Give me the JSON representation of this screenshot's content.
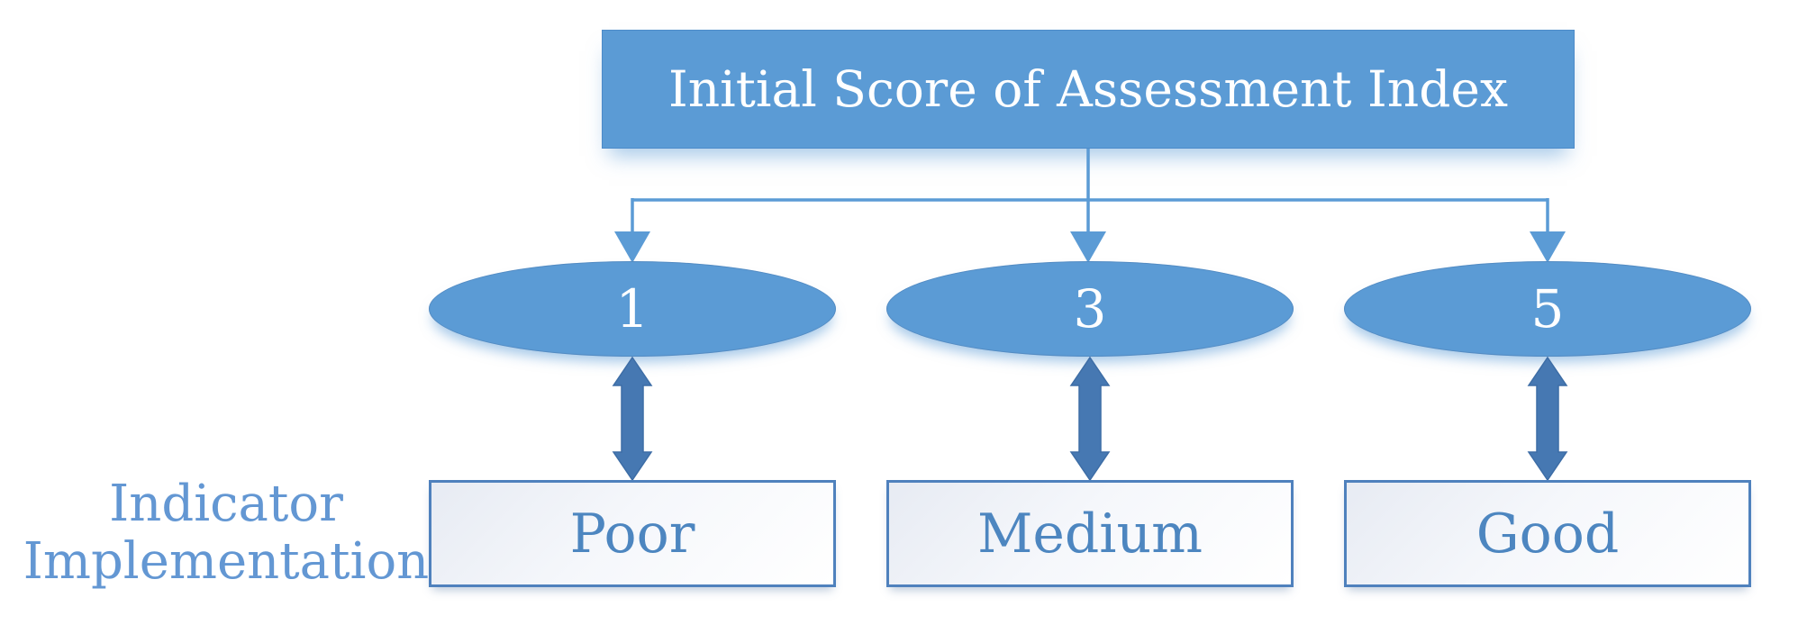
{
  "title": "Initial Score of Assessment Index",
  "row_label": {
    "line1": "Indicator",
    "line2": "Implementation"
  },
  "columns": [
    {
      "score": "1",
      "implementation": "Poor"
    },
    {
      "score": "3",
      "implementation": "Medium"
    },
    {
      "score": "5",
      "implementation": "Good"
    }
  ],
  "colors": {
    "primary": "#5b9bd5",
    "connector": "#5b9bd5",
    "double_arrow": "#4678b2",
    "double_arrow_edge": "#3d6da6",
    "box_border": "#4f81bd",
    "box_text": "#4d86c0",
    "side_label_text": "#6397d3",
    "title_text": "#ffffff"
  }
}
